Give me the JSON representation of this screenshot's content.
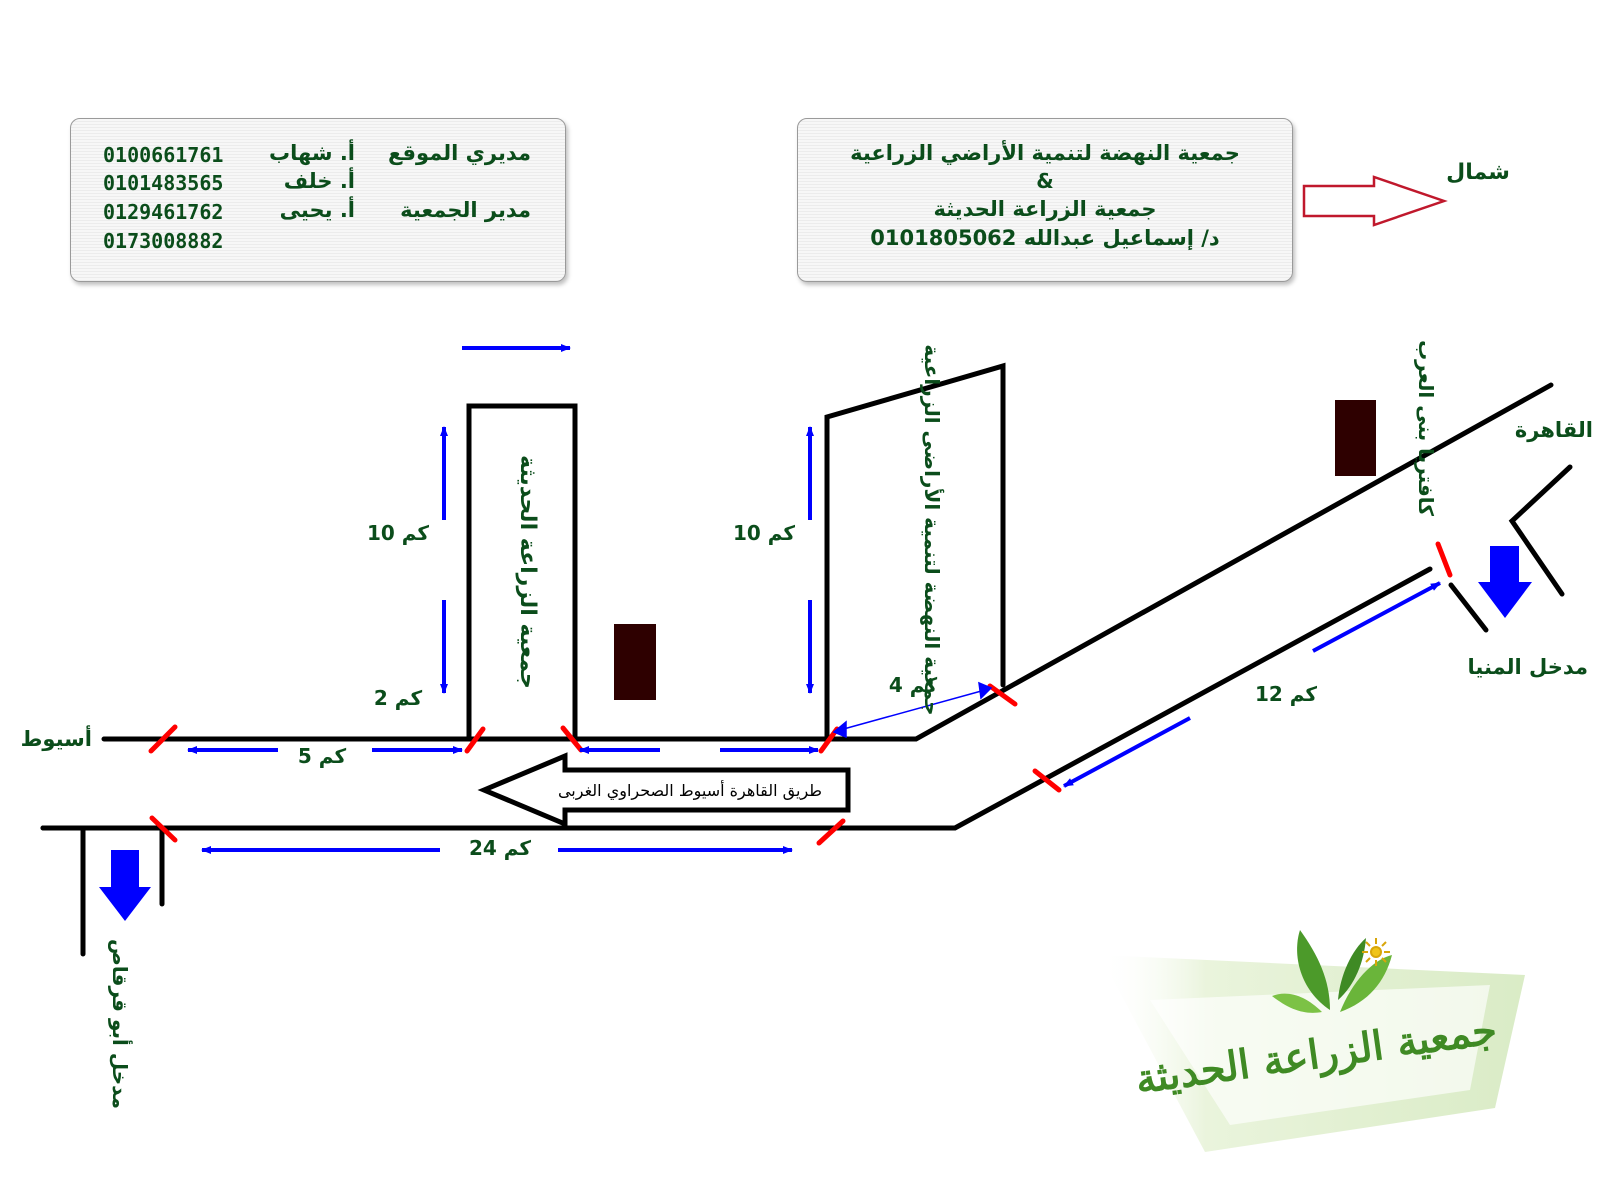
{
  "contacts": {
    "row1_role": "مديري الموقع",
    "row1_name": "أ. شهاب",
    "row1_phone": "0100661761",
    "row2_name": "أ. خلف",
    "row2_phone": "0101483565",
    "row3_role": "مدير الجمعية",
    "row3_name": "أ. يحيى",
    "row3_phone": "0129461762",
    "row4_phone": "0173008882"
  },
  "association": {
    "line1": "جمعية النهضة لتنمية الأراضي الزراعية",
    "line2": "&",
    "line3": "جمعية الزراعة الحديثة",
    "line4": "د/ إسماعيل عبدالله 0101805062"
  },
  "north_label": "شمال",
  "places": {
    "assiut": "أسيوط",
    "cairo": "القاهرة",
    "kafr_bani_arab": "كافتريا بنى العرب",
    "minya_entrance": "مدخل المنيا",
    "abu_qurqas_entrance": "مدخل أبو قرقاص",
    "modern_agri_plot": "جمعية الزراعة الحديثة",
    "nahda_plot": "جمعية النهضة لتنمية الأراضى الزراعية"
  },
  "road_name": "طريق القاهرة أسيوط الصحراوي الغربى",
  "distances": {
    "d_10_left": "10 كم",
    "d_10_right": "10 كم",
    "d_2": "2 كم",
    "d_4": "4 كم",
    "d_5": "5 كم",
    "d_12": "12 كم",
    "d_24": "24 كم"
  },
  "logo_text": "جمعية الزراعة الحديثة",
  "colors": {
    "text_green": "#0b4d1b",
    "arrow_blue": "#0000ff",
    "marker_red": "#ff0000",
    "building_brown": "#2e0000",
    "north_arrow": "#c0182c"
  }
}
